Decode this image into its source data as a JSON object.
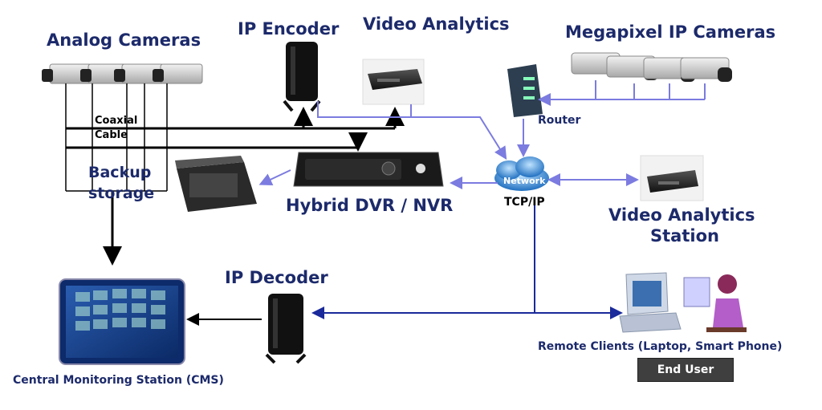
{
  "labels": {
    "analog_cameras": "Analog Cameras",
    "ip_encoder": "IP Encoder",
    "video_analytics": "Video Analytics",
    "megapixel_cameras": "Megapixel IP Cameras",
    "coaxial_line1": "Coaxial",
    "coaxial_line2": "Cable",
    "router": "Router",
    "backup_line1": "Backup",
    "backup_line2": "storage",
    "hybrid_dvr": "Hybrid DVR / NVR",
    "network_cloud": "Network",
    "tcpip": "TCP/IP",
    "va_station_line1": "Video Analytics",
    "va_station_line2": "Station",
    "ip_decoder": "IP Decoder",
    "remote_clients": "Remote Clients (Laptop, Smart Phone)",
    "end_user": "End User",
    "cms": "Central Monitoring Station (CMS)"
  },
  "colors": {
    "label_text": "#1c2a6b",
    "black_line": "#000000",
    "light_blue_line": "#7b7be0",
    "dark_blue_line": "#1a2a9a"
  }
}
